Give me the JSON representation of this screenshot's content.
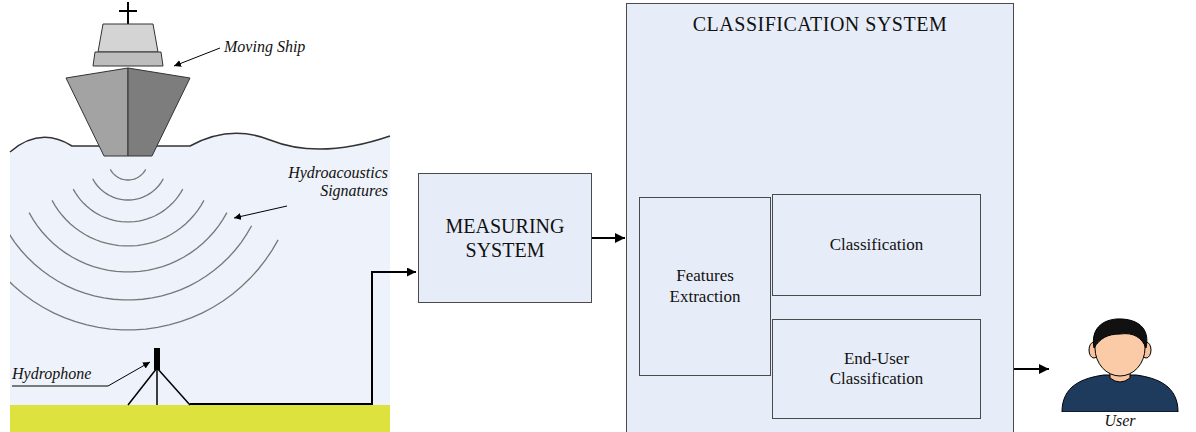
{
  "diagram": {
    "nodes": [
      {
        "text": [
          "MEASURING SYSTEM"
        ]
      },
      {
        "text": [
          "CLASSIFICATION SYSTEM"
        ]
      },
      {
        "text": [
          "Features Extraction"
        ],
        "in": 1
      },
      {
        "text": [
          "Classification"
        ],
        "in": 1
      },
      {
        "text": [
          "End-User Classification"
        ],
        "in": 1
      },
      {
        "text": [
          "User"
        ]
      }
    ],
    "edges": [
      {
        "from": 0,
        "to": 1,
        "arrow": "to"
      },
      {
        "from": 4,
        "to": 5,
        "arrow": "to"
      }
    ],
    "labels": [
      "Moving Ship",
      "Hydroacoustics Signatures",
      "Hydrophone"
    ]
  }
}
